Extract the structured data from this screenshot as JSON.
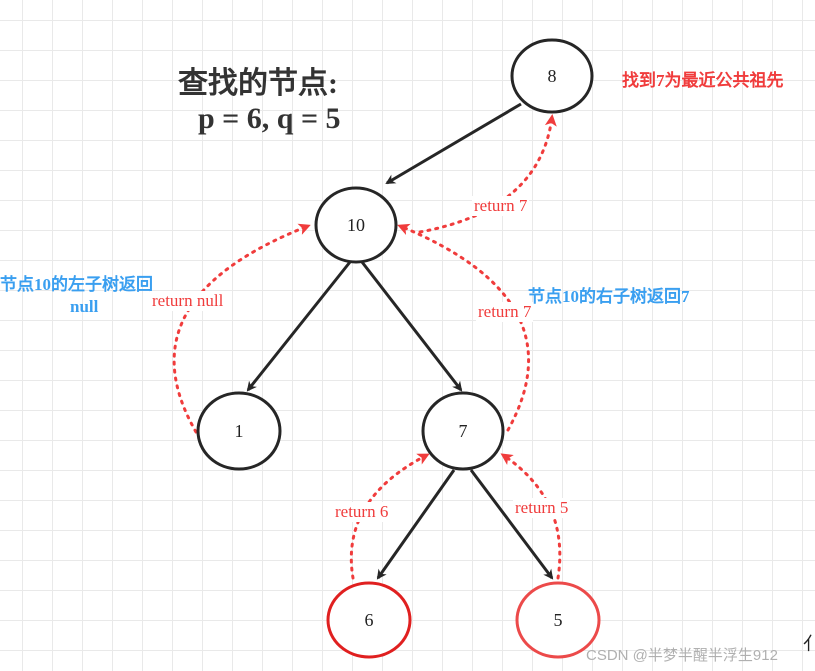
{
  "title": {
    "line1": "查找的节点:",
    "line2": "p = 6, q = 5"
  },
  "nodes": {
    "n8": "8",
    "n10": "10",
    "n1": "1",
    "n7": "7",
    "n6": "6",
    "n5": "5"
  },
  "annotations": {
    "found_note": "找到7为最近公共祖先",
    "left_note": "节点10的左子树返回",
    "left_null": "null",
    "right_note": "节点10的右子树返回7"
  },
  "returns": {
    "r7_top": "return 7",
    "r_null": "return null",
    "r7_right": "return 7",
    "r6": "return 6",
    "r5": "return 5"
  },
  "watermark": "CSDN @半梦半醒半浮生912",
  "edge_glyph": "亻",
  "colors": {
    "node_stroke": "#262626",
    "highlight_stroke": "#e02020",
    "return_arrow": "#f03c3c",
    "blue_text": "#3a9ff0"
  }
}
